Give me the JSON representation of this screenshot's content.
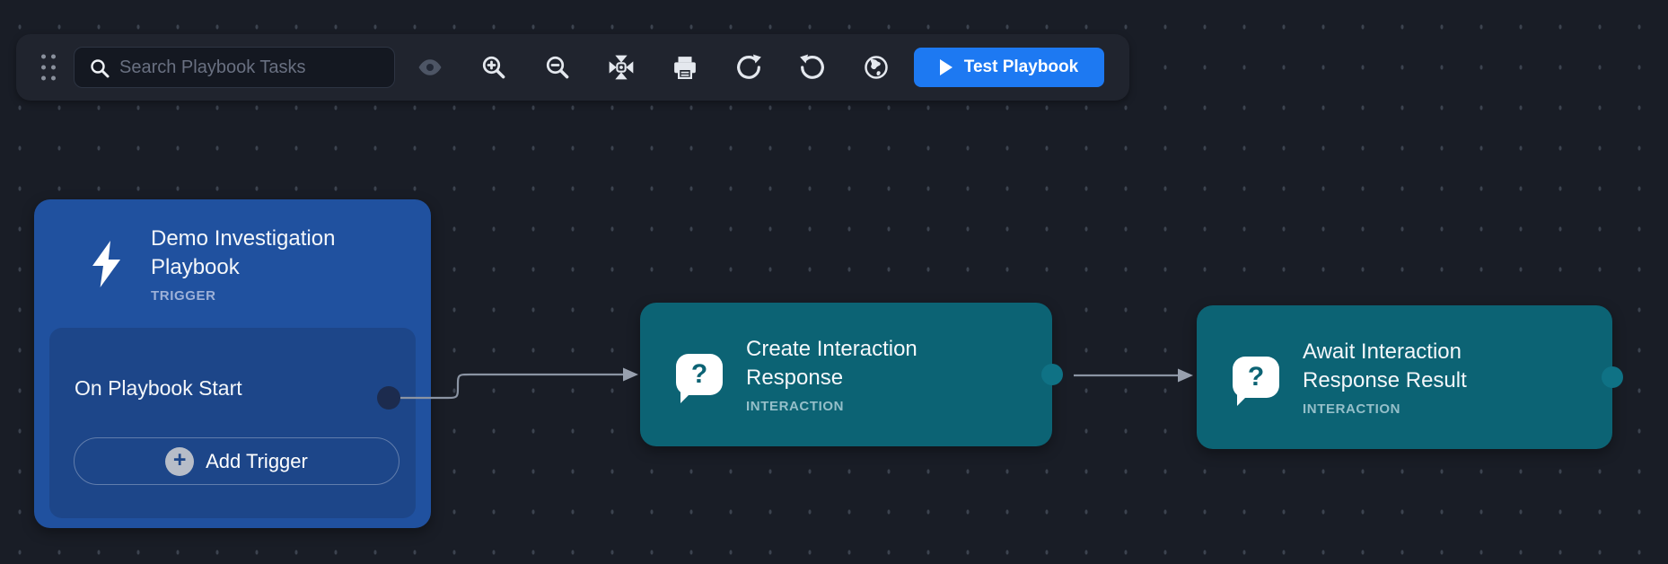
{
  "toolbar": {
    "drag_handle_icon": "drag-handle-icon",
    "search": {
      "placeholder": "Search Playbook Tasks",
      "icon": "magnifier-icon"
    },
    "icon_buttons": [
      "visibility-icon",
      "zoom-in-icon",
      "zoom-out-icon",
      "fit-view-icon",
      "print-icon",
      "redo-icon",
      "undo-icon",
      "globe-icon"
    ],
    "test_button": {
      "label": "Test Playbook",
      "icon": "play-icon",
      "color": "#1d79f2"
    }
  },
  "canvas": {
    "background": "#191d26",
    "dot_color": "#3c434f"
  },
  "nodes": {
    "trigger": {
      "title": "Demo Investigation Playbook",
      "type_label": "TRIGGER",
      "icon": "lightning-bolt-icon",
      "color": "#20519f",
      "section": {
        "label": "On Playbook Start",
        "add_button": {
          "label": "Add Trigger",
          "icon": "plus-circle-icon"
        }
      }
    },
    "create_interaction": {
      "title": "Create Interaction Response",
      "type_label": "INTERACTION",
      "icon": "question-bubble-icon",
      "color": "#0c6374"
    },
    "await_interaction": {
      "title": "Await Interaction Response Result",
      "type_label": "INTERACTION",
      "icon": "question-bubble-icon",
      "color": "#0c6374"
    }
  },
  "connections": [
    {
      "from": "trigger",
      "to": "create_interaction"
    },
    {
      "from": "create_interaction",
      "to": "await_interaction"
    }
  ],
  "icon_glyphs": {
    "question_bubble": "?",
    "plus": "+"
  }
}
